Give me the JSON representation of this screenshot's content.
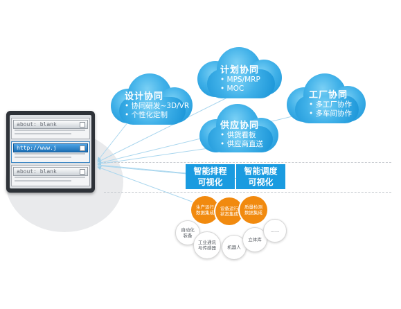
{
  "browser": {
    "windows": [
      {
        "address": "about: blank"
      },
      {
        "address": "http://www.j"
      },
      {
        "address": "about: blank"
      }
    ]
  },
  "clouds": {
    "plan": {
      "title": "计划协同",
      "items": [
        "• MPS/MRP",
        "• MOC"
      ]
    },
    "design": {
      "title": "设计协同",
      "items": [
        "• 协同研发~3D/VR",
        "• 个性化定制"
      ]
    },
    "factory": {
      "title": "工厂协同",
      "items": [
        "• 多工厂协作",
        "• 多车间协作"
      ]
    },
    "supply": {
      "title": "供应协同",
      "items": [
        "• 供货看板",
        "• 供应商直送"
      ]
    }
  },
  "boxes": {
    "scheduling": {
      "line1": "智能排程",
      "line2": "可视化"
    },
    "dispatch": {
      "line1": "智能调度",
      "line2": "可视化"
    }
  },
  "orange_circles": [
    {
      "line1": "生产运行",
      "line2": "数据集成"
    },
    {
      "line1": "设备运行",
      "line2": "状态集成"
    },
    {
      "line1": "质量检测",
      "line2": "数据集成"
    }
  ],
  "grey_circles": [
    {
      "line1": "自动化",
      "line2": "装备"
    },
    {
      "line1": "工业通讯",
      "line2": "与传感器"
    },
    {
      "line1": "机器人",
      "line2": ""
    },
    {
      "line1": "立体库",
      "line2": ""
    },
    {
      "line1": "......",
      "line2": ""
    }
  ],
  "colors": {
    "cloud": "#1792d6",
    "box": "#1a9be0",
    "orange": "#f18a0f",
    "monitor": "#2e3238"
  }
}
